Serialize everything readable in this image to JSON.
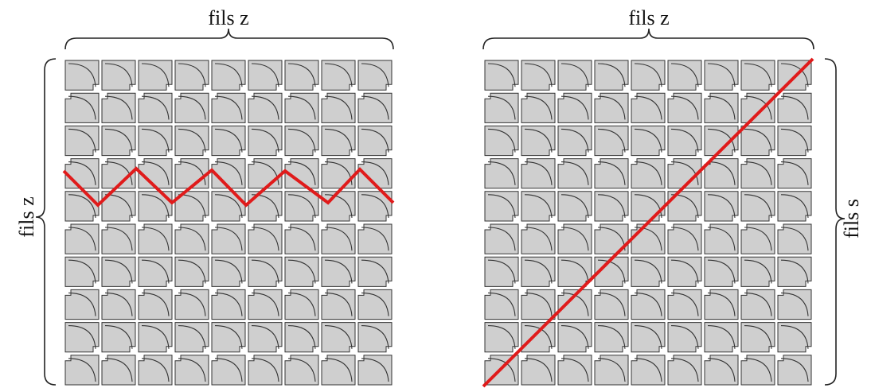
{
  "panels": [
    {
      "top_label": "fils z",
      "side_label": "fils z",
      "side": "left",
      "line": "zigzag"
    },
    {
      "top_label": "fils z",
      "side_label": "fils s",
      "side": "right",
      "line": "diagonal"
    }
  ],
  "colors": {
    "tile_fill": "#cfcfcf",
    "tile_stroke": "#333333",
    "gap": "#ffffff",
    "line": "#e01b1b"
  }
}
